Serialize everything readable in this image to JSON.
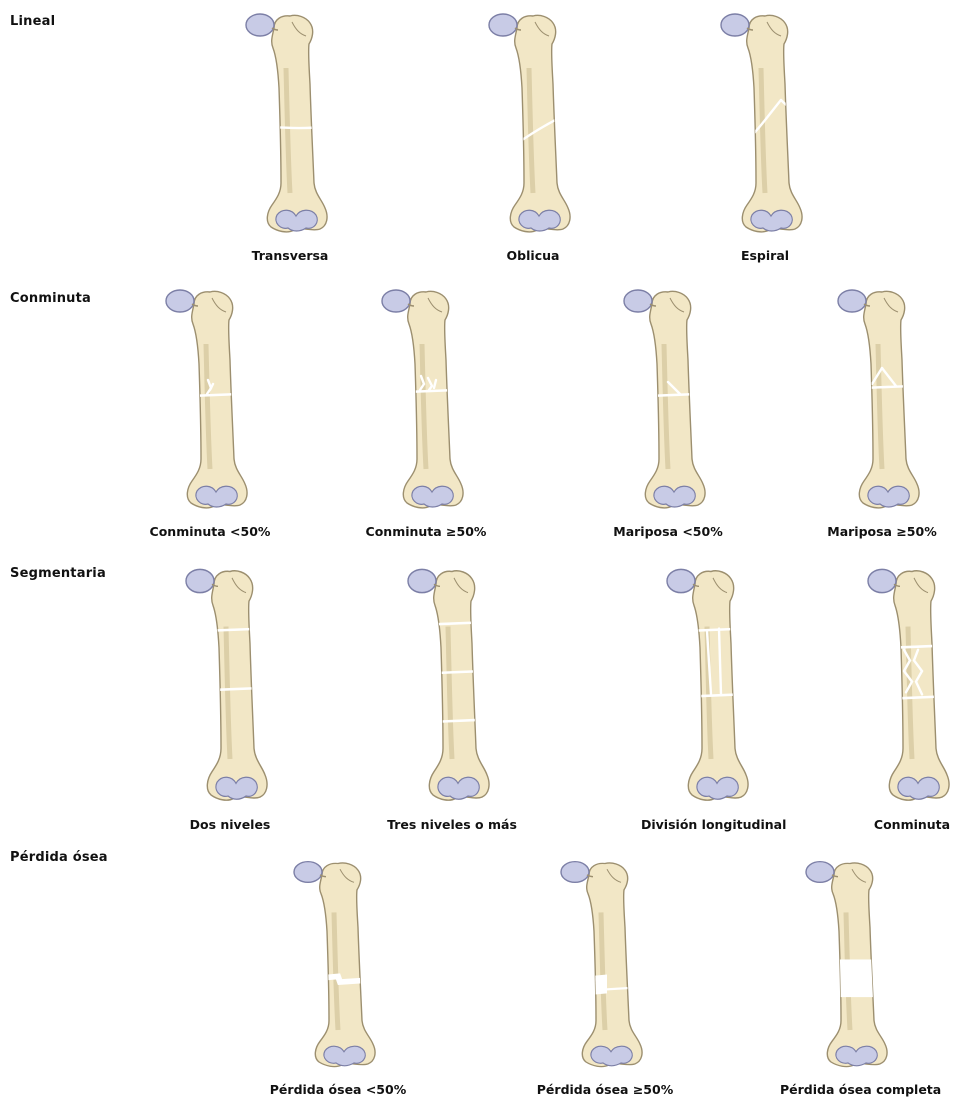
{
  "colors": {
    "bone": "#f2e7c6",
    "bone_outline": "#9c8f6f",
    "cartilage": "#c8cbe6",
    "cartilage_outline": "#7c7fa6",
    "crack": "#ffffff"
  },
  "rows": [
    {
      "title": "Lineal",
      "items": [
        {
          "label": "Transversa",
          "pattern": "transverse"
        },
        {
          "label": "Oblicua",
          "pattern": "oblique"
        },
        {
          "label": "Espiral",
          "pattern": "spiral"
        }
      ]
    },
    {
      "title": "Conminuta",
      "items": [
        {
          "label": "Conminuta <50%",
          "pattern": "comminuted-small"
        },
        {
          "label": "Conminuta ≥50%",
          "pattern": "comminuted-large"
        },
        {
          "label": "Mariposa <50%",
          "pattern": "butterfly-small"
        },
        {
          "label": "Mariposa ≥50%",
          "pattern": "butterfly-large"
        }
      ]
    },
    {
      "title": "Segmentaria",
      "items": [
        {
          "label": "Dos niveles",
          "pattern": "two-levels"
        },
        {
          "label": "Tres niveles o más",
          "pattern": "three-levels"
        },
        {
          "label": "División longitudinal",
          "pattern": "longitudinal"
        },
        {
          "label": "Conminuta",
          "pattern": "segmental-comminuted"
        }
      ]
    },
    {
      "title": "Pérdida ósea",
      "items": [
        {
          "label": "Pérdida ósea <50%",
          "pattern": "bone-loss-small"
        },
        {
          "label": "Pérdida ósea ≥50%",
          "pattern": "bone-loss-large"
        },
        {
          "label": "Pérdida ósea completa",
          "pattern": "bone-loss-complete"
        }
      ]
    }
  ]
}
